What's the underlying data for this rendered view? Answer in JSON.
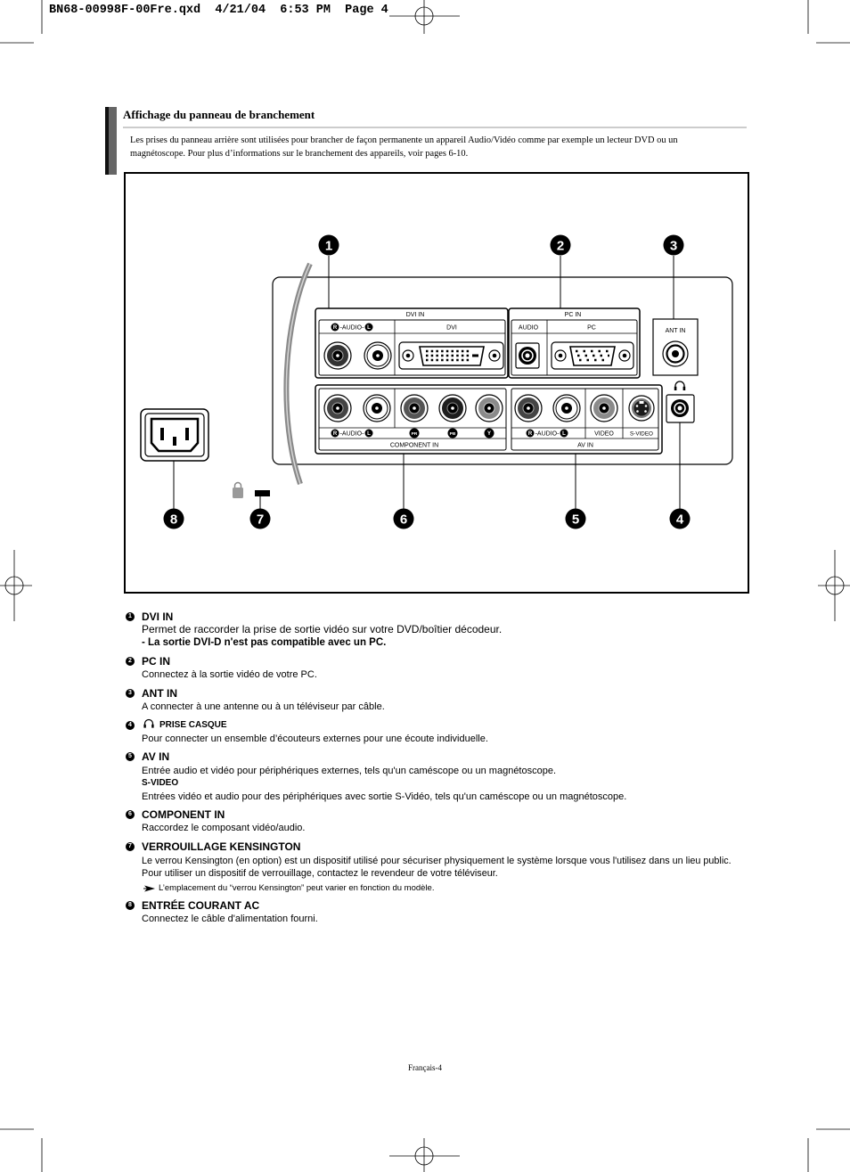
{
  "header": {
    "slug": "BN68-00998F-00Fre.qxd  4/21/04  6:53 PM  Page 4"
  },
  "section": {
    "title": "Affichage du panneau de branchement",
    "intro_lines": [
      "Les prises du panneau arrière sont utilisées pour brancher de façon permanente un appareil Audio/Vidéo comme par exemple un lecteur DVD ou un",
      "magnétoscope. Pour plus d’informations sur le branchement des appareils, voir pages 6-10."
    ]
  },
  "diagram": {
    "callouts": [
      "1",
      "2",
      "3",
      "4",
      "5",
      "6",
      "7",
      "8"
    ],
    "dvi_in": {
      "title": "DVI IN",
      "audio_r": "R",
      "audio": "-AUDIO-",
      "audio_l": "L",
      "dvi": "DVI"
    },
    "pc_in": {
      "title": "PC IN",
      "audio": "AUDIO",
      "pc": "PC"
    },
    "ant_in": {
      "title": "ANT IN"
    },
    "component_in": {
      "title": "COMPONENT IN",
      "audio_r": "R",
      "audio": "-AUDIO-",
      "audio_l": "L",
      "pr": "PR",
      "pb": "PB",
      "y": "Y"
    },
    "av_in": {
      "title": "AV IN",
      "audio_r": "R",
      "audio": "-AUDIO-",
      "audio_l": "L",
      "video": "VIDEO",
      "s_video": "S-VIDEO"
    }
  },
  "items": [
    {
      "num": "1",
      "title": "DVI IN",
      "lines": [
        "Permet de raccorder la prise de sortie vidéo sur votre DVD/boîtier décodeur.",
        "- La sortie DVI-D n'est pas compatible avec un PC."
      ]
    },
    {
      "num": "2",
      "title": "PC IN",
      "lines": [
        "Connectez à la sortie vidéo de votre PC."
      ]
    },
    {
      "num": "3",
      "title": "ANT IN",
      "lines": [
        "A connecter à une antenne ou à un téléviseur par câble."
      ]
    },
    {
      "num": "4",
      "title": "PRISE CASQUE",
      "icon": "headphone-icon",
      "lines": [
        "Pour connecter un ensemble d’écouteurs externes pour une écoute individuelle."
      ]
    },
    {
      "num": "5",
      "title": "AV IN",
      "lines": [
        "Entrée audio et vidéo pour périphériques externes, tels qu'un caméscope ou un magnétoscope."
      ],
      "subtitle": "S-VIDEO",
      "sublines": [
        "Entrées vidéo et audio pour des périphériques avec sortie S-Vidéo, tels qu'un caméscope ou un magnétoscope."
      ]
    },
    {
      "num": "6",
      "title": "COMPONENT IN",
      "lines": [
        "Raccordez le composant vidéo/audio."
      ]
    },
    {
      "num": "7",
      "title": "VERROUILLAGE KENSINGTON",
      "lines": [
        "Le verrou Kensington (en option) est un dispositif utilisé pour sécuriser physiquement le système lorsque vous l'utilisez dans un lieu public.",
        "Pour utiliser un dispositif de verrouillage, contactez le revendeur de votre téléviseur."
      ],
      "note_icon": "note-arrow-icon",
      "note": "L’emplacement du “verrou Kensington” peut varier en fonction du modèle."
    },
    {
      "num": "8",
      "title": "ENTRÉE COURANT AC",
      "lines": [
        "Connectez le câble d'alimentation fourni."
      ]
    }
  ],
  "footer": {
    "page": "Français-4"
  }
}
